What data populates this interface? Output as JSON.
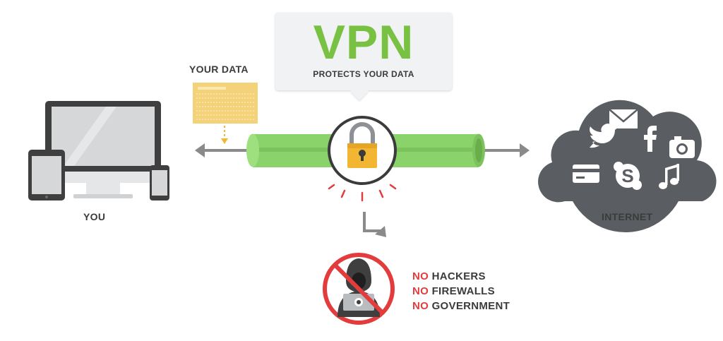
{
  "bubble": {
    "title": "VPN",
    "subtitle": "PROTECTS YOUR DATA"
  },
  "labels": {
    "your_data": "YOUR DATA",
    "you": "YOU",
    "internet": "INTERNET"
  },
  "threats": [
    {
      "prefix": "NO",
      "text": "HACKERS"
    },
    {
      "prefix": "NO",
      "text": "FIREWALLS"
    },
    {
      "prefix": "NO",
      "text": "GOVERNMENT"
    }
  ],
  "cloud_icons": [
    "mail-icon",
    "twitter-icon",
    "facebook-icon",
    "camera-icon",
    "credit-card-icon",
    "skype-icon",
    "music-note-icon"
  ],
  "colors": {
    "vpn_green": "#79c142",
    "tunnel_green": "#8ad36a",
    "lock_gold": "#f2b632",
    "data_folder": "#f4d27a",
    "threat_red": "#e23c3c",
    "device_dark": "#3f3f3f",
    "cloud_gray": "#5a5d61",
    "arrow_gray": "#8a8a8a"
  }
}
